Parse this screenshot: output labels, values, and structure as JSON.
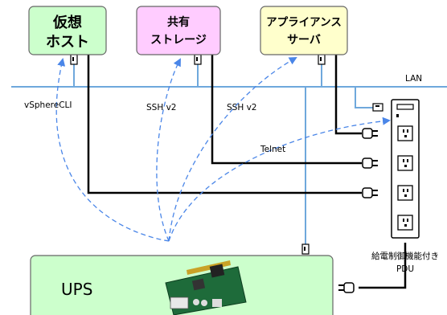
{
  "colors": {
    "host_fill": "#ccffcc",
    "storage_fill": "#ffccff",
    "appliance_fill": "#ffffcc",
    "ups_fill": "#ccffcc",
    "lan_line": "#6fa8dc",
    "dashed_arrow": "#4a86e8",
    "power_line": "#000000"
  },
  "nodes": {
    "host": {
      "line1": "仮想",
      "line2": "ホスト"
    },
    "storage": {
      "line1": "共有",
      "line2": "ストレージ"
    },
    "appliance": {
      "line1": "アプライアンス",
      "line2": "サーバ"
    },
    "ups": {
      "label": "UPS"
    },
    "pdu": {
      "line1": "給電制御機能付き",
      "line2": "PDU"
    }
  },
  "network": {
    "lan_label": "LAN"
  },
  "arrows": {
    "vsphere": "vSphereCLI",
    "ssh_storage": "SSH v2",
    "ssh_appliance": "SSH v2",
    "telnet": "Telnet"
  }
}
